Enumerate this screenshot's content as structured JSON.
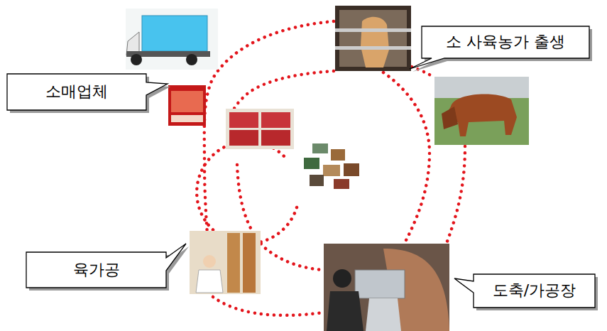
{
  "diagram": {
    "nodes": [
      {
        "text": [
          "소 사육농가 출생"
        ]
      },
      {
        "text": [
          "소매업체"
        ]
      },
      {
        "text": [
          "육가공"
        ]
      },
      {
        "text": [
          "도축/가공장"
        ]
      }
    ]
  }
}
